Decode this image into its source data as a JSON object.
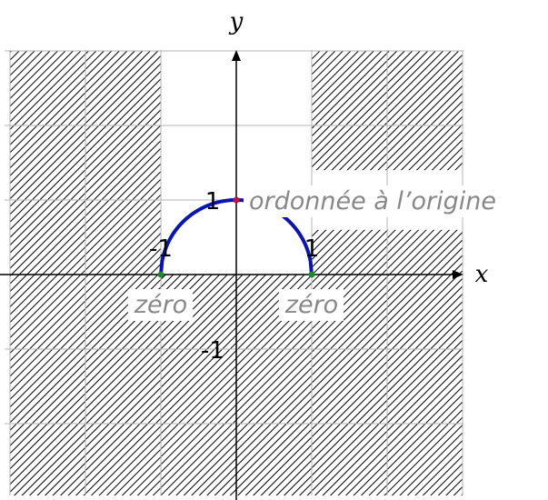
{
  "chart_data": {
    "type": "line",
    "title": "",
    "xlabel": "x",
    "ylabel": "y",
    "xlim": [
      -3,
      3
    ],
    "ylim": [
      -3,
      3
    ],
    "grid": true,
    "series": [
      {
        "color": "#0a14b4",
        "curve": "upper-semicircle",
        "x": [
          -1,
          -0.866,
          -0.707,
          -0.5,
          0,
          0.5,
          0.707,
          0.866,
          1
        ],
        "y": [
          0,
          0.5,
          0.707,
          0.866,
          1,
          0.866,
          0.707,
          0.5,
          0
        ]
      }
    ],
    "x_ticks": [
      {
        "value": -1,
        "label": "-1"
      },
      {
        "value": 1,
        "label": "1"
      }
    ],
    "y_ticks": [
      {
        "value": 1,
        "label": "1"
      },
      {
        "value": -1,
        "label": "-1"
      }
    ],
    "points": [
      {
        "name": "zero-left",
        "x": -1,
        "y": 0,
        "color": "#1a8a2a",
        "label": "zéro"
      },
      {
        "name": "zero-right",
        "x": 1,
        "y": 0,
        "color": "#1a8a2a",
        "label": "zéro"
      },
      {
        "name": "y-intercept",
        "x": 0,
        "y": 1,
        "color": "#c0143c",
        "label": "ordonnée à l’origine"
      }
    ],
    "hatched_regions": [
      {
        "x": [
          -3,
          -1
        ],
        "y": [
          -3,
          3
        ]
      },
      {
        "x": [
          -1,
          1
        ],
        "y": [
          -3,
          0
        ]
      },
      {
        "x": [
          1,
          3
        ],
        "y": [
          -3,
          0.6
        ]
      },
      {
        "x": [
          1,
          3
        ],
        "y": [
          1.4,
          3
        ]
      }
    ],
    "colors": {
      "axis": "#000000",
      "grid": "#b4b4b4",
      "hatch": "#000000",
      "label_text": "#888888"
    }
  }
}
